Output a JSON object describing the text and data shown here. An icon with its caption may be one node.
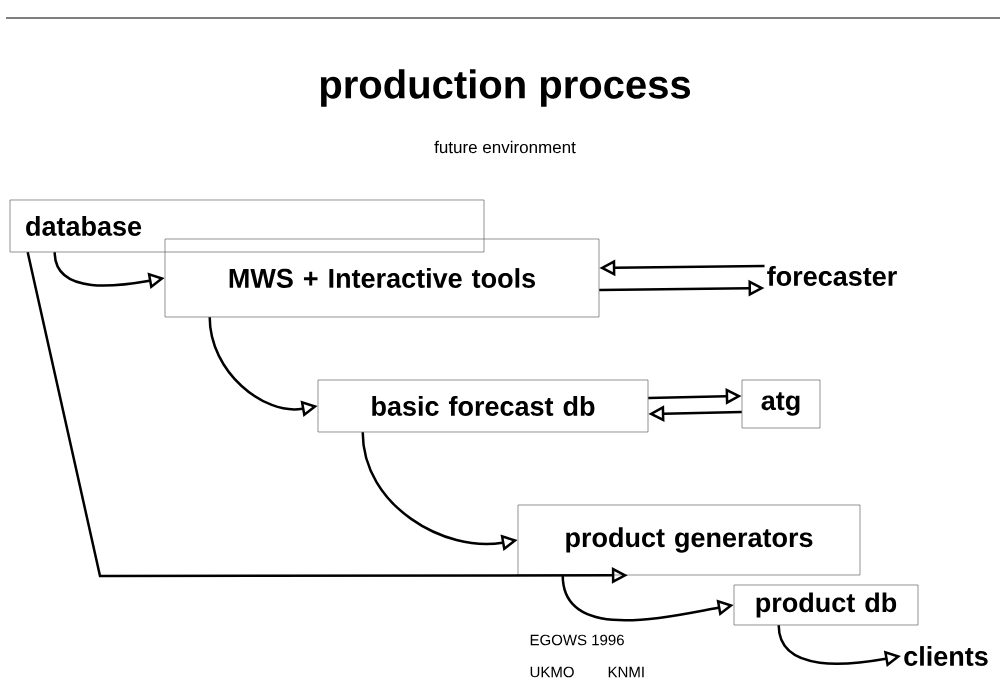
{
  "diagram": {
    "title": "production process",
    "nodes": [
      {
        "text": [
          "database"
        ]
      },
      {
        "text": [
          "MWS + Interactive tools"
        ]
      },
      {
        "text": [
          "forecaster"
        ]
      },
      {
        "text": [
          "basic forecast db"
        ]
      },
      {
        "text": [
          "atg"
        ]
      },
      {
        "text": [
          "product generators"
        ]
      },
      {
        "text": [
          "product db"
        ]
      },
      {
        "text": [
          "clients"
        ]
      }
    ],
    "edges": [
      {
        "from": 0,
        "to": 1,
        "arrow": "to"
      },
      {
        "from": 2,
        "to": 1,
        "arrow": "to"
      },
      {
        "from": 1,
        "to": 2,
        "arrow": "to"
      },
      {
        "from": 1,
        "to": 3,
        "arrow": "to"
      },
      {
        "from": 3,
        "to": 4,
        "arrow": "to"
      },
      {
        "from": 4,
        "to": 3,
        "arrow": "to"
      },
      {
        "from": 3,
        "to": 5,
        "arrow": "to"
      },
      {
        "from": 0,
        "to": 5,
        "arrow": "to"
      },
      {
        "from": 5,
        "to": 6,
        "arrow": "to"
      },
      {
        "from": 6,
        "to": 7,
        "arrow": "to"
      }
    ],
    "labels": [
      "future environment",
      "EGOWS 1996",
      "UKMO",
      "KNMI"
    ]
  }
}
